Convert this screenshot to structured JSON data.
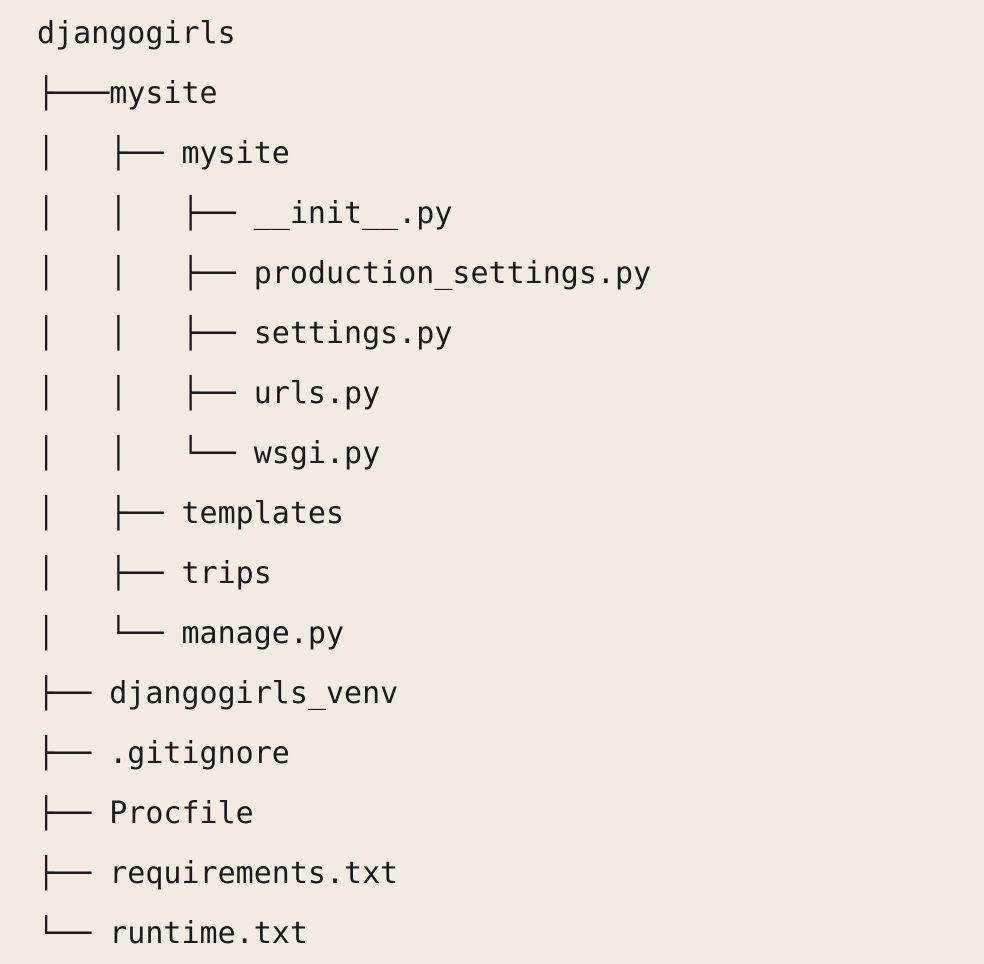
{
  "document": {
    "kind": "directory-tree",
    "root_name": "djangogirls",
    "background_color": "#f2ebe3",
    "text_color": "#1a1a1a"
  },
  "tree": {
    "lines": [
      {
        "prefix": "",
        "name": "djangogirls"
      },
      {
        "prefix": "├───",
        "name": "mysite"
      },
      {
        "prefix": "│   ├── ",
        "name": "mysite"
      },
      {
        "prefix": "│   │   ├── ",
        "name": "__init__.py"
      },
      {
        "prefix": "│   │   ├── ",
        "name": "production_settings.py"
      },
      {
        "prefix": "│   │   ├── ",
        "name": "settings.py"
      },
      {
        "prefix": "│   │   ├── ",
        "name": "urls.py"
      },
      {
        "prefix": "│   │   └── ",
        "name": "wsgi.py"
      },
      {
        "prefix": "│   ├── ",
        "name": "templates"
      },
      {
        "prefix": "│   ├── ",
        "name": "trips"
      },
      {
        "prefix": "│   └── ",
        "name": "manage.py"
      },
      {
        "prefix": "├── ",
        "name": "djangogirls_venv"
      },
      {
        "prefix": "├── ",
        "name": ".gitignore"
      },
      {
        "prefix": "├── ",
        "name": "Procfile"
      },
      {
        "prefix": "├── ",
        "name": "requirements.txt"
      },
      {
        "prefix": "└── ",
        "name": "runtime.txt"
      }
    ]
  }
}
